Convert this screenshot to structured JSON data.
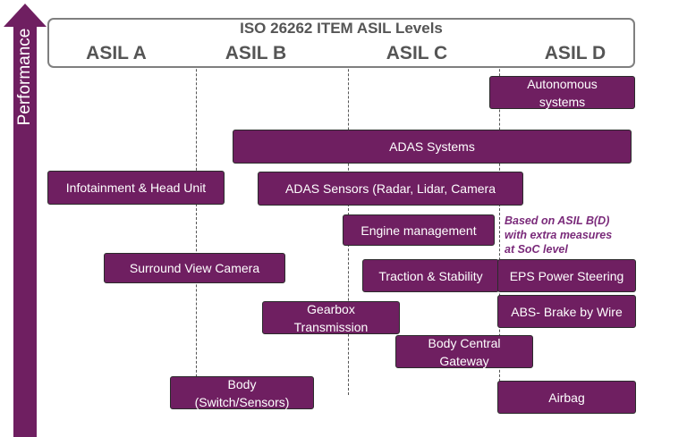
{
  "performance_axis": {
    "label": "Performance"
  },
  "header": {
    "title": "ISO 26262 ITEM ASIL Levels",
    "levels": [
      "ASIL A",
      "ASIL B",
      "ASIL C",
      "ASIL D"
    ]
  },
  "applications": [
    {
      "label": "Autonomous\nsystems",
      "asil_range": [
        "ASIL D",
        "ASIL D"
      ]
    },
    {
      "label": "ADAS Systems",
      "asil_range": [
        "ASIL B",
        "ASIL D"
      ]
    },
    {
      "label": "Infotainment & Head Unit",
      "asil_range": [
        "ASIL A",
        "ASIL A"
      ]
    },
    {
      "label": "ADAS Sensors (Radar, Lidar, Camera",
      "asil_range": [
        "ASIL B",
        "ASIL C"
      ]
    },
    {
      "label": "Engine management",
      "asil_range": [
        "ASIL C",
        "ASIL C"
      ]
    },
    {
      "label": "Surround View Camera",
      "asil_range": [
        "ASIL A",
        "ASIL B"
      ]
    },
    {
      "label": "Traction & Stability",
      "asil_range": [
        "ASIL C",
        "ASIL C"
      ]
    },
    {
      "label": "EPS Power Steering",
      "asil_range": [
        "ASIL D",
        "ASIL D"
      ]
    },
    {
      "label": "Gearbox\nTransmission",
      "asil_range": [
        "ASIL B",
        "ASIL C"
      ]
    },
    {
      "label": "ABS- Brake by Wire",
      "asil_range": [
        "ASIL D",
        "ASIL D"
      ]
    },
    {
      "label": "Body Central\nGateway",
      "asil_range": [
        "ASIL C",
        "ASIL D"
      ]
    },
    {
      "label": "Body\n(Switch/Sensors)",
      "asil_range": [
        "ASIL A",
        "ASIL B"
      ]
    },
    {
      "label": "Airbag",
      "asil_range": [
        "ASIL D",
        "ASIL D"
      ]
    }
  ],
  "note": {
    "text": "Based on ASIL B(D)\nwith extra measures\nat SoC level"
  }
}
